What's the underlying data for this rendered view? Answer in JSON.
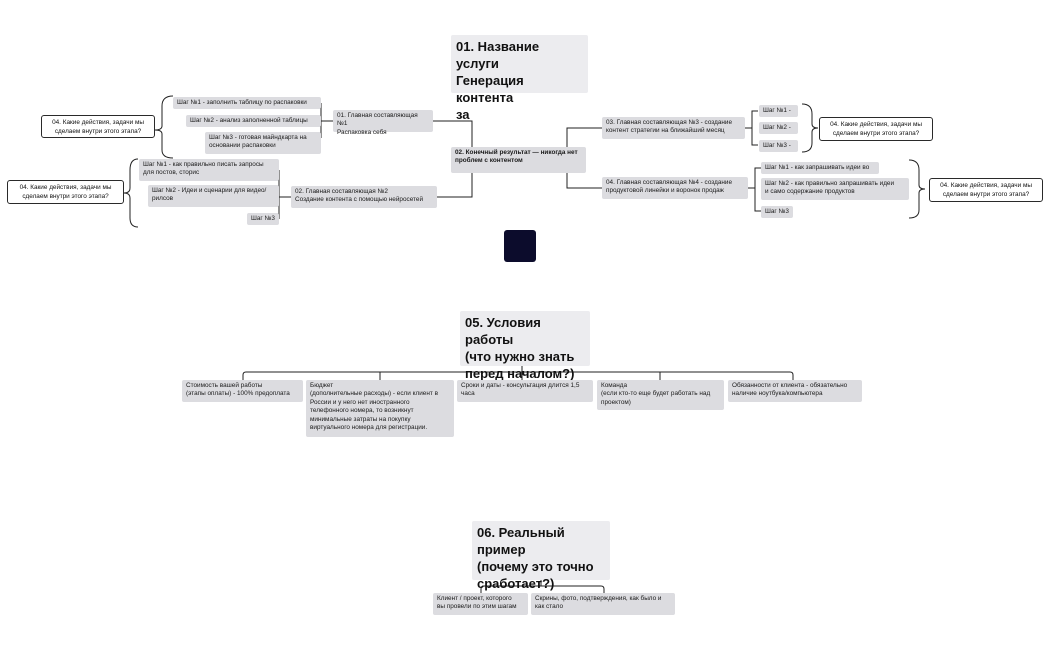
{
  "section1": {
    "title": "01. Название услуги\nГенерация контента\nза",
    "center": "02. Конечный результат — никогда нет\nпроблем с контентом",
    "left_top": {
      "main": "01. Главная составляющая №1\nРаспаковка себя",
      "steps": [
        "Шаг №1 - заполнить таблицу по распаковки",
        "Шаг №2 - анализ заполненной таблицы",
        "Шаг №3 - готовая майндкарта на\nосновании распаковки"
      ],
      "question": "04. Какие действия, задачи мы\nсделаем внутри этого этапа?"
    },
    "left_bottom": {
      "main": "02. Главная составляющая №2\nСоздание контента с помощью нейросетей",
      "steps": [
        "Шаг №1 - как правильно писать запросы\nдля постов, сторис",
        "Шаг №2 - Идеи и сценарии для видео/\nрилсов",
        "Шаг №3"
      ],
      "question": "04. Какие действия, задачи мы\nсделаем внутри этого этапа?"
    },
    "right_top": {
      "main": "03. Главная составляющая №3 - создание\nконтент стратегии на ближайший месяц",
      "steps": [
        "Шаг №1 -",
        "Шаг №2 -",
        "Шаг №3 -"
      ],
      "question": "04. Какие действия, задачи мы\nсделаем внутри этого этапа?"
    },
    "right_bottom": {
      "main": "04. Главная составляющая №4 - создание\nпродуктовой линейки и воронок продаж",
      "steps": [
        "Шаг №1 - как запрашивать идеи во",
        "Шаг №2 - как правильно запрашивать идеи\nи само содержание продуктов",
        "Шаг №3"
      ],
      "question": "04. Какие действия, задачи мы\nсделаем внутри этого этапа?"
    }
  },
  "section5": {
    "title": "05. Условия работы\n(что нужно знать\nперед началом?)",
    "items": [
      "Стоимость вашей работы\n(этапы оплаты) - 100% предоплата",
      "Бюджет\n(дополнительные расходы) - если клиент в\nРоссии и у него  нет иностранного\nтелефонного номера, то возникнут\nминимальные затраты на покупку\nвиртуального номера для регистрации.",
      "Сроки и даты - консультация длится 1,5\nчаса",
      "Команда\n(если кто-то еще будет работать над\nпроектом)",
      "Обязанности от клиента - обязательно\nналичие ноутбука/компьютера"
    ]
  },
  "section6": {
    "title": "06. Реальный пример\n(почему это точно\nсработает?)",
    "items": [
      "Клиент / проект, которого\nвы провели по этим шагам",
      "Скрины, фото, подтверждения, как было и\nкак стало"
    ]
  },
  "colors": {
    "node_bg": "#dcdce0",
    "title_bg": "#ececef",
    "line": "#222222",
    "square": "#0c0c2c"
  },
  "icons": [
    "square-button-icon"
  ]
}
